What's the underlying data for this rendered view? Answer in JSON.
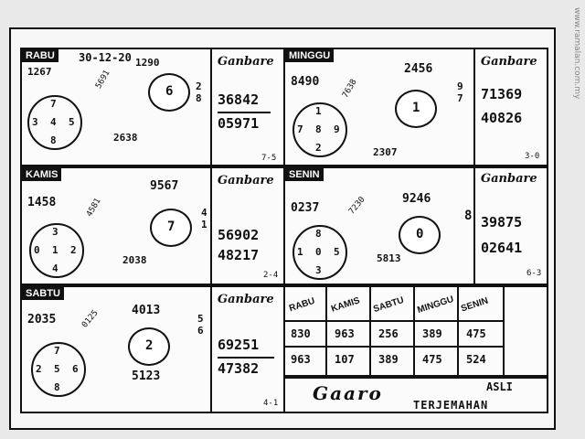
{
  "watermark": "www.ramalan.com.my",
  "rabu": {
    "day": "RABU",
    "date": "30-12-20",
    "left_top": "1267",
    "mid_small": "5691",
    "center_top": "1290",
    "face_num": "6",
    "side_nums": "2\n8",
    "bottom": "2638",
    "ring": {
      "top": "7",
      "left": "3",
      "center": "4",
      "right": "5",
      "bottom": "8"
    },
    "brand": "Ganbare",
    "num_a": "36842",
    "num_b": "05971",
    "foot": "7-5"
  },
  "minggu": {
    "day": "MINGGU",
    "left_top": "8490",
    "mid_small": "7638",
    "center_top": "2456",
    "face_num": "1",
    "side_nums": "9\n7",
    "bottom": "2307",
    "ring": {
      "top": "1",
      "left": "7",
      "center": "8",
      "right": "9",
      "bottom": "2"
    },
    "brand": "Ganbare",
    "num_a": "71369",
    "num_b": "40826",
    "foot": "3-0"
  },
  "kamis": {
    "day": "KAMIS",
    "left_top": "1458",
    "mid_small": "4581",
    "center_top": "9567",
    "face_num": "7",
    "side_nums": "4\n1",
    "bottom": "2038",
    "ring": {
      "top": "3",
      "left": "0",
      "center": "1",
      "right": "2",
      "bottom": "4"
    },
    "brand": "Ganbare",
    "num_a": "56902",
    "num_b": "48217",
    "foot": "2-4"
  },
  "senin": {
    "day": "SENIN",
    "left_top": "0237",
    "mid_small": "7230",
    "center_top": "9246",
    "face_num": "0",
    "side_nums": "8",
    "bottom": "5813",
    "ring": {
      "top": "8",
      "left": "1",
      "center": "0",
      "right": "5",
      "bottom": "3"
    },
    "brand": "Ganbare",
    "num_a": "39875",
    "num_b": "02641",
    "foot": "6-3"
  },
  "sabtu": {
    "day": "SABTU",
    "left_top": "2035",
    "mid_small": "0125",
    "center_top": "4013",
    "face_num": "2",
    "side_nums": "5\n6",
    "bottom": "5123",
    "ring": {
      "top": "7",
      "left": "2",
      "center": "5",
      "right": "6",
      "bottom": "8"
    },
    "brand": "Ganbare",
    "num_a": "69251",
    "num_b": "47382",
    "foot": "4-1"
  },
  "grid": {
    "headers": [
      "RABU",
      "KAMIS",
      "SABTU",
      "MINGGU",
      "SENIN"
    ],
    "row1": [
      "830",
      "963",
      "256",
      "389",
      "475"
    ],
    "row2": [
      "963",
      "107",
      "389",
      "475",
      "524"
    ]
  },
  "footer": {
    "logo": "Gaaro",
    "asli": "ASLI",
    "terjemahan": "TERJEMAHAN"
  }
}
